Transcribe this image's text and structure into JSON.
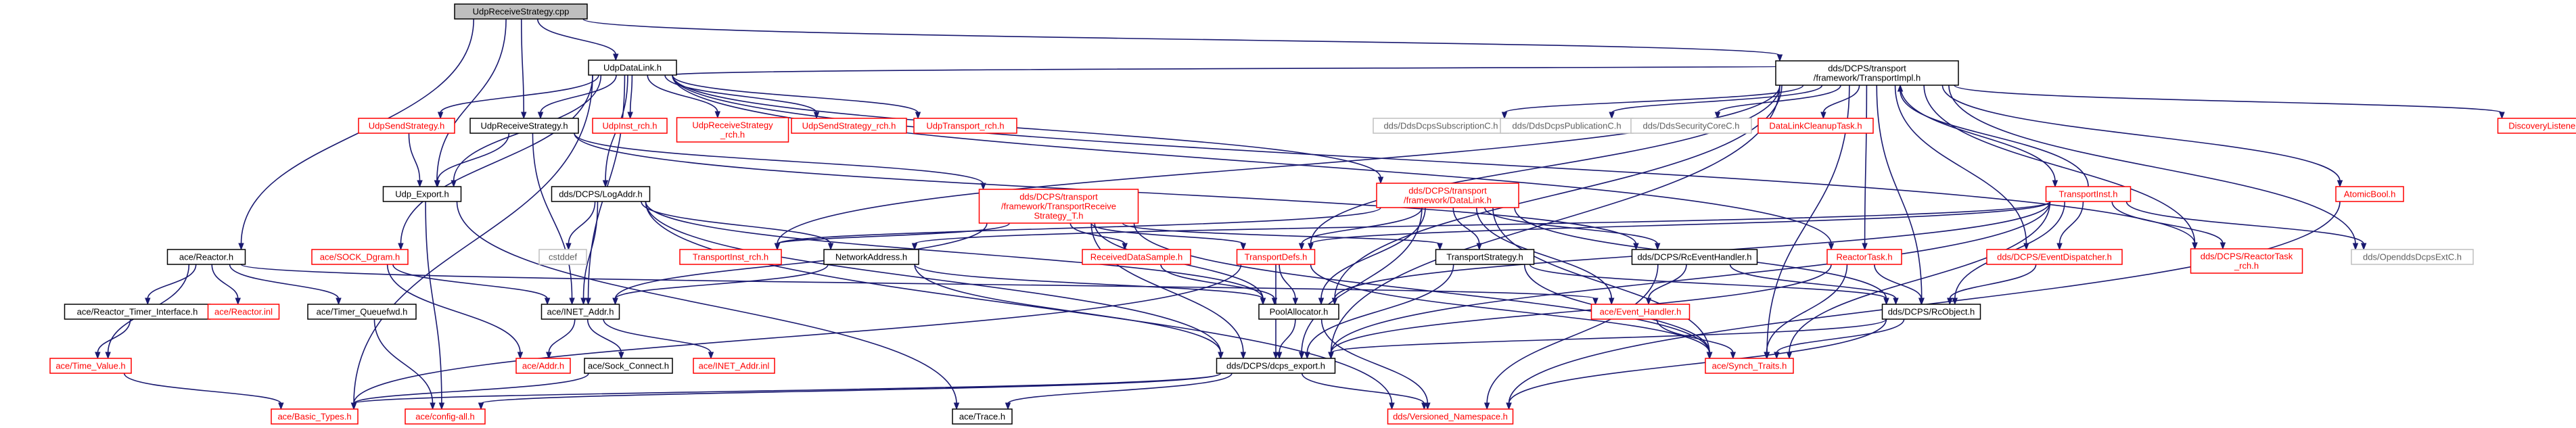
{
  "colors": {
    "edge": "#191970",
    "root_fill": "#bfbfbf",
    "root_border": "#000000",
    "normal_border": "#000000",
    "external_border": "#ff0000",
    "system_border": "#bfbfbf",
    "normal_text": "#000000",
    "external_text": "#ff0000",
    "system_text": "#606060"
  },
  "nodes": [
    {
      "id": "root",
      "lines": [
        "UdpReceiveStrategy.cpp"
      ],
      "kind": "root"
    },
    {
      "id": "udpdatalink",
      "lines": [
        "UdpDataLink.h"
      ],
      "kind": "normal"
    },
    {
      "id": "transportimpl",
      "lines": [
        "dds/DCPS/transport",
        "/framework/TransportImpl.h"
      ],
      "kind": "normal"
    },
    {
      "id": "reactor",
      "lines": [
        "ace/Reactor.h"
      ],
      "kind": "normal"
    },
    {
      "id": "udpsendstrat",
      "lines": [
        "UdpSendStrategy.h"
      ],
      "kind": "external"
    },
    {
      "id": "udprecvstrat",
      "lines": [
        "UdpReceiveStrategy.h"
      ],
      "kind": "normal"
    },
    {
      "id": "udpinstrch",
      "lines": [
        "UdpInst_rch.h"
      ],
      "kind": "external"
    },
    {
      "id": "udprecvrch",
      "lines": [
        "UdpReceiveStrategy",
        "_rch.h"
      ],
      "kind": "external"
    },
    {
      "id": "udpsendrch",
      "lines": [
        "UdpSendStrategy_rch.h"
      ],
      "kind": "external"
    },
    {
      "id": "udptransrch",
      "lines": [
        "UdpTransport_rch.h"
      ],
      "kind": "external"
    },
    {
      "id": "ddssubc",
      "lines": [
        "dds/DdsDcpsSubscriptionC.h"
      ],
      "kind": "system"
    },
    {
      "id": "ddspubc",
      "lines": [
        "dds/DdsDcpsPublicationC.h"
      ],
      "kind": "system"
    },
    {
      "id": "ddsseccorec",
      "lines": [
        "dds/DdsSecurityCoreC.h"
      ],
      "kind": "system"
    },
    {
      "id": "dlcleanup",
      "lines": [
        "DataLinkCleanupTask.h"
      ],
      "kind": "external"
    },
    {
      "id": "disclistener",
      "lines": [
        "DiscoveryListener.h"
      ],
      "kind": "external"
    },
    {
      "id": "atomicbool",
      "lines": [
        "AtomicBool.h"
      ],
      "kind": "external"
    },
    {
      "id": "udpexport",
      "lines": [
        "Udp_Export.h"
      ],
      "kind": "normal"
    },
    {
      "id": "logaddr",
      "lines": [
        "dds/DCPS/LogAddr.h"
      ],
      "kind": "normal"
    },
    {
      "id": "transrecvstrat",
      "lines": [
        "dds/DCPS/transport",
        "/framework/TransportReceive",
        "Strategy_T.h"
      ],
      "kind": "external"
    },
    {
      "id": "datalink",
      "lines": [
        "dds/DCPS/transport",
        "/framework/DataLink.h"
      ],
      "kind": "external"
    },
    {
      "id": "transportinst",
      "lines": [
        "TransportInst.h"
      ],
      "kind": "external"
    },
    {
      "id": "acesockdgram",
      "lines": [
        "ace/SOCK_Dgram.h"
      ],
      "kind": "external"
    },
    {
      "id": "cstddef",
      "lines": [
        "cstddef"
      ],
      "kind": "system"
    },
    {
      "id": "transinstrch",
      "lines": [
        "TransportInst_rch.h"
      ],
      "kind": "external"
    },
    {
      "id": "netaddr",
      "lines": [
        "NetworkAddress.h"
      ],
      "kind": "normal"
    },
    {
      "id": "recvdsample",
      "lines": [
        "ReceivedDataSample.h"
      ],
      "kind": "external"
    },
    {
      "id": "transdefs",
      "lines": [
        "TransportDefs.h"
      ],
      "kind": "external"
    },
    {
      "id": "transstrat",
      "lines": [
        "TransportStrategy.h"
      ],
      "kind": "normal"
    },
    {
      "id": "rceventhandler",
      "lines": [
        "dds/DCPS/RcEventHandler.h"
      ],
      "kind": "normal"
    },
    {
      "id": "reactortask",
      "lines": [
        "ReactorTask.h"
      ],
      "kind": "external"
    },
    {
      "id": "eventdispatcher",
      "lines": [
        "dds/DCPS/EventDispatcher.h"
      ],
      "kind": "external"
    },
    {
      "id": "reactortaskrch",
      "lines": [
        "dds/DCPS/ReactorTask",
        "_rch.h"
      ],
      "kind": "external"
    },
    {
      "id": "opendds",
      "lines": [
        "dds/OpenddsDcpsExtC.h"
      ],
      "kind": "system"
    },
    {
      "id": "acereactortimer",
      "lines": [
        "ace/Reactor_Timer_Interface.h"
      ],
      "kind": "normal"
    },
    {
      "id": "acereactorinl",
      "lines": [
        "ace/Reactor.inl"
      ],
      "kind": "external"
    },
    {
      "id": "acetimerqueuefwd",
      "lines": [
        "ace/Timer_Queuefwd.h"
      ],
      "kind": "normal"
    },
    {
      "id": "aceinetaddr",
      "lines": [
        "ace/INET_Addr.h"
      ],
      "kind": "normal"
    },
    {
      "id": "poolalloc",
      "lines": [
        "PoolAllocator.h"
      ],
      "kind": "normal"
    },
    {
      "id": "aceeventhandler",
      "lines": [
        "ace/Event_Handler.h"
      ],
      "kind": "external"
    },
    {
      "id": "rcobject",
      "lines": [
        "dds/DCPS/RcObject.h"
      ],
      "kind": "normal"
    },
    {
      "id": "acetimevalue",
      "lines": [
        "ace/Time_Value.h"
      ],
      "kind": "external"
    },
    {
      "id": "aceaddr",
      "lines": [
        "ace/Addr.h"
      ],
      "kind": "external"
    },
    {
      "id": "acesockconnect",
      "lines": [
        "ace/Sock_Connect.h"
      ],
      "kind": "normal"
    },
    {
      "id": "aceinetaddrinl",
      "lines": [
        "ace/INET_Addr.inl"
      ],
      "kind": "external"
    },
    {
      "id": "ddsexport",
      "lines": [
        "dds/DCPS/dcps_export.h"
      ],
      "kind": "normal"
    },
    {
      "id": "acesynchtraits",
      "lines": [
        "ace/Synch_Traits.h"
      ],
      "kind": "external"
    },
    {
      "id": "acebasictypes",
      "lines": [
        "ace/Basic_Types.h"
      ],
      "kind": "external"
    },
    {
      "id": "aceconfigall",
      "lines": [
        "ace/config-all.h"
      ],
      "kind": "external"
    },
    {
      "id": "acetrace",
      "lines": [
        "ace/Trace.h"
      ],
      "kind": "normal"
    },
    {
      "id": "versionedns",
      "lines": [
        "dds/Versioned_Namespace.h"
      ],
      "kind": "external"
    }
  ]
}
